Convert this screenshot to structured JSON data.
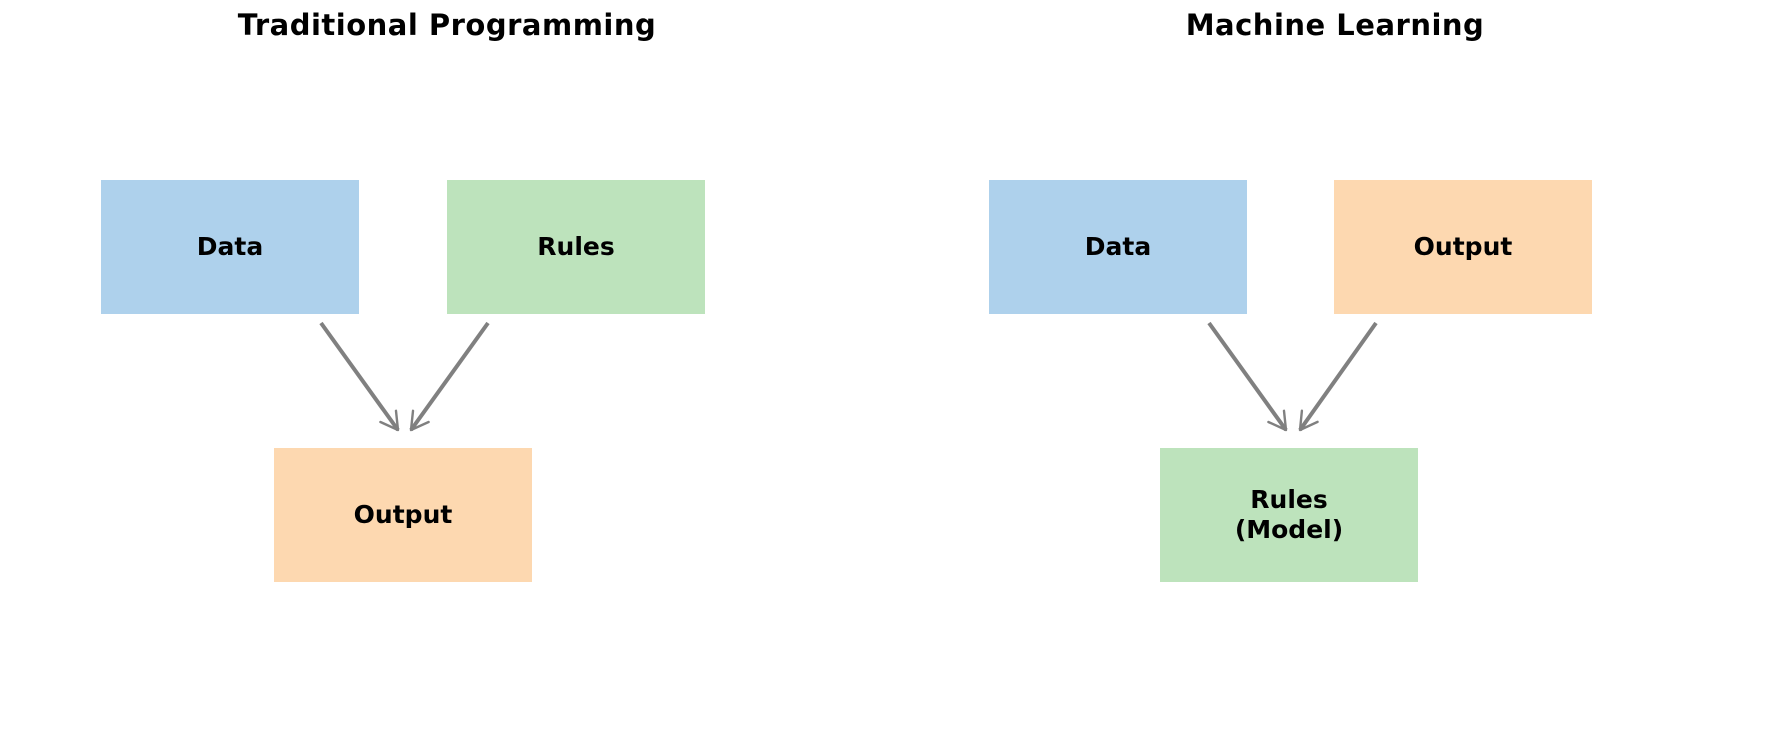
{
  "figure": {
    "background": "#ffffff"
  },
  "colors": {
    "data_box": "#aed1ec",
    "rules_box": "#bde3bc",
    "output_box": "#fdd8b0",
    "arrow": "#808080",
    "text": "#000000"
  },
  "left_panel": {
    "title": "Traditional Programming",
    "boxes": {
      "data": {
        "label": "Data",
        "color_hex": "#aed1ec"
      },
      "rules": {
        "label": "Rules",
        "color_hex": "#bde3bc"
      },
      "output": {
        "label": "Output",
        "color_hex": "#fdd8b0"
      }
    }
  },
  "right_panel": {
    "title": "Machine Learning",
    "boxes": {
      "data": {
        "label": "Data",
        "color_hex": "#aed1ec"
      },
      "output": {
        "label": "Output",
        "color_hex": "#fdd8b0"
      },
      "rules_model": {
        "lines": [
          "Rules",
          "(Model)"
        ],
        "color_hex": "#bde3bc"
      }
    }
  }
}
